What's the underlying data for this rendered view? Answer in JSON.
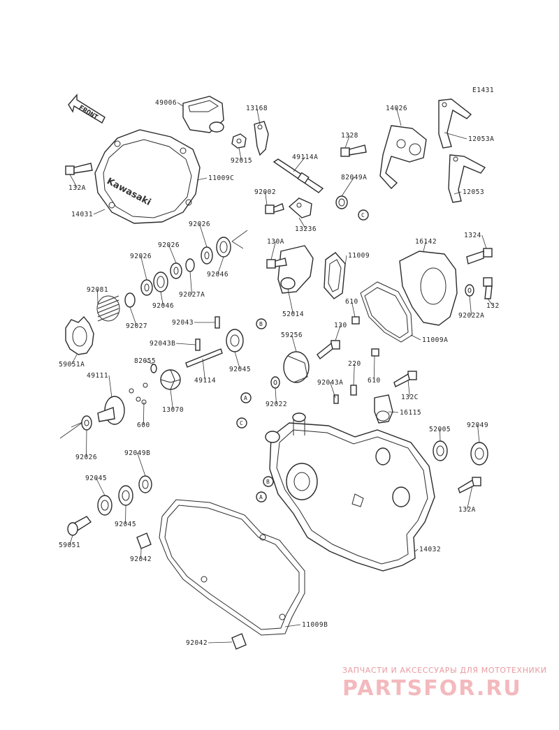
{
  "diagram_code": "E1431",
  "front_label": "FRONT",
  "cover_brand": "Kawasaki",
  "callouts": [
    "A",
    "B",
    "C"
  ],
  "parts": [
    {
      "id": "p1",
      "label": "49006"
    },
    {
      "id": "p2",
      "label": "13168"
    },
    {
      "id": "p3",
      "label": "14026"
    },
    {
      "id": "p4",
      "label": "1328"
    },
    {
      "id": "p5",
      "label": "12053A"
    },
    {
      "id": "p6",
      "label": "92015"
    },
    {
      "id": "p7",
      "label": "49114A"
    },
    {
      "id": "p8",
      "label": "132A"
    },
    {
      "id": "p9",
      "label": "11009C"
    },
    {
      "id": "p10",
      "label": "82049A"
    },
    {
      "id": "p11",
      "label": "92002"
    },
    {
      "id": "p12",
      "label": "12053"
    },
    {
      "id": "p13",
      "label": "14031"
    },
    {
      "id": "p14",
      "label": "13236"
    },
    {
      "id": "p15",
      "label": "92026"
    },
    {
      "id": "p16",
      "label": "1324"
    },
    {
      "id": "p17",
      "label": "92026"
    },
    {
      "id": "p18",
      "label": "130A"
    },
    {
      "id": "p19",
      "label": "11009"
    },
    {
      "id": "p20",
      "label": "16142"
    },
    {
      "id": "p21",
      "label": "92026"
    },
    {
      "id": "p22",
      "label": "92046"
    },
    {
      "id": "p23",
      "label": "92027A"
    },
    {
      "id": "p24",
      "label": "92081"
    },
    {
      "id": "p25",
      "label": "132"
    },
    {
      "id": "p26",
      "label": "92046"
    },
    {
      "id": "p27",
      "label": "52014"
    },
    {
      "id": "p28",
      "label": "610"
    },
    {
      "id": "p29",
      "label": "92022A"
    },
    {
      "id": "p30",
      "label": "92027"
    },
    {
      "id": "p31",
      "label": "92043"
    },
    {
      "id": "p32",
      "label": "130"
    },
    {
      "id": "p33",
      "label": "59256"
    },
    {
      "id": "p34",
      "label": "11009A"
    },
    {
      "id": "p35",
      "label": "92043B"
    },
    {
      "id": "p36",
      "label": "59051A"
    },
    {
      "id": "p37",
      "label": "82055"
    },
    {
      "id": "p38",
      "label": "49114"
    },
    {
      "id": "p39",
      "label": "92045"
    },
    {
      "id": "p40",
      "label": "220"
    },
    {
      "id": "p41",
      "label": "610"
    },
    {
      "id": "p42",
      "label": "49111"
    },
    {
      "id": "p43",
      "label": "92043A"
    },
    {
      "id": "p44",
      "label": "92022"
    },
    {
      "id": "p45",
      "label": "132C"
    },
    {
      "id": "p46",
      "label": "13070"
    },
    {
      "id": "p47",
      "label": "16115"
    },
    {
      "id": "p48",
      "label": "600"
    },
    {
      "id": "p49",
      "label": "52005"
    },
    {
      "id": "p50",
      "label": "92049"
    },
    {
      "id": "p51",
      "label": "92026"
    },
    {
      "id": "p52",
      "label": "92049B"
    },
    {
      "id": "p53",
      "label": "92045"
    },
    {
      "id": "p54",
      "label": "132A"
    },
    {
      "id": "p55",
      "label": "92045"
    },
    {
      "id": "p56",
      "label": "59051"
    },
    {
      "id": "p57",
      "label": "92042"
    },
    {
      "id": "p58",
      "label": "14032"
    },
    {
      "id": "p59",
      "label": "11009B"
    },
    {
      "id": "p60",
      "label": "92042"
    }
  ],
  "watermark": {
    "caption": "ЗАПЧАСТИ И АКСЕССУАРЫ ДЛЯ МОТОТЕХНИКИ",
    "logo": "PARTSFOR.RU",
    "color": "#f3b9bd"
  }
}
